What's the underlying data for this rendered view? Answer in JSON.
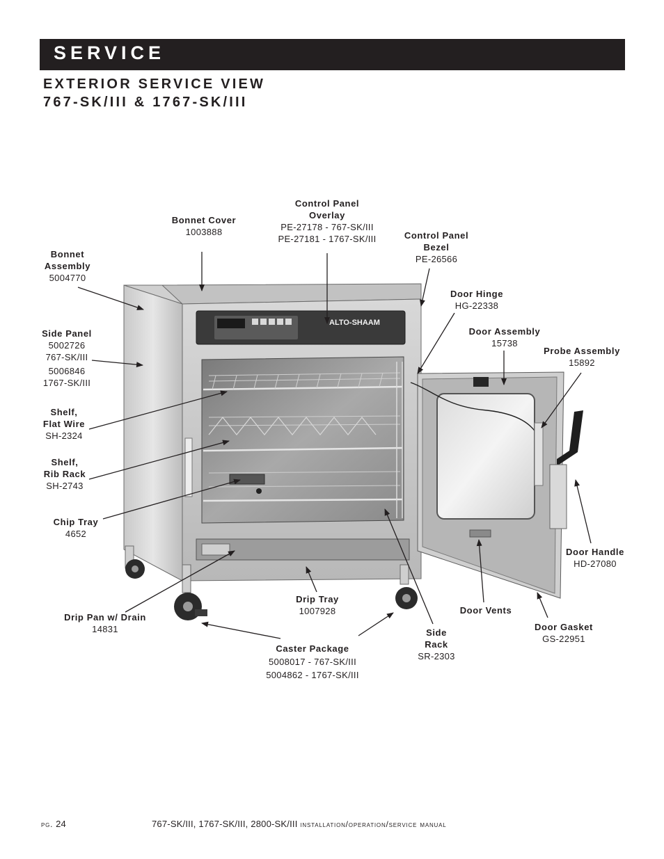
{
  "header": {
    "title": "SERVICE"
  },
  "subtitle": {
    "line1": "EXTERIOR SERVICE VIEW",
    "line2": "767-SK/III & 1767-SK/III"
  },
  "diagram": {
    "brand_logo": "ALTO-SHAAM",
    "labels": {
      "bonnet_cover": {
        "name": "Bonnet Cover",
        "parts": [
          "1003888"
        ]
      },
      "control_panel_overlay": {
        "name": "Control Panel Overlay",
        "name_lines": [
          "Control Panel",
          "Overlay"
        ],
        "parts": [
          "PE-27178 - 767-SK/III",
          "PE-27181 - 1767-SK/III"
        ]
      },
      "control_panel_bezel": {
        "name": "Control Panel Bezel",
        "name_lines": [
          "Control Panel",
          "Bezel"
        ],
        "parts": [
          "PE-26566"
        ]
      },
      "bonnet_assembly": {
        "name": "Bonnet Assembly",
        "name_lines": [
          "Bonnet",
          "Assembly"
        ],
        "parts": [
          "5004770"
        ]
      },
      "door_hinge": {
        "name": "Door Hinge",
        "parts": [
          "HG-22338"
        ]
      },
      "door_assembly": {
        "name": "Door Assembly",
        "parts": [
          "15738"
        ]
      },
      "probe_assembly": {
        "name": "Probe Assembly",
        "parts": [
          "15892"
        ]
      },
      "side_panel": {
        "name": "Side Panel",
        "parts": [
          "5002726",
          "767-SK/III",
          "5006846",
          "1767-SK/III"
        ]
      },
      "shelf_flat_wire": {
        "name": "Shelf, Flat Wire",
        "name_lines": [
          "Shelf,",
          "Flat Wire"
        ],
        "parts": [
          "SH-2324"
        ]
      },
      "shelf_rib_rack": {
        "name": "Shelf, Rib Rack",
        "name_lines": [
          "Shelf,",
          "Rib Rack"
        ],
        "parts": [
          "SH-2743"
        ]
      },
      "chip_tray": {
        "name": "Chip Tray",
        "parts": [
          "4652"
        ]
      },
      "door_handle": {
        "name": "Door Handle",
        "parts": [
          "HD-27080"
        ]
      },
      "drip_tray": {
        "name": "Drip Tray",
        "parts": [
          "1007928"
        ]
      },
      "door_vents": {
        "name": "Door Vents",
        "parts": []
      },
      "drip_pan": {
        "name": "Drip Pan w/ Drain",
        "parts": [
          "14831"
        ]
      },
      "door_gasket": {
        "name": "Door Gasket",
        "parts": [
          "GS-22951"
        ]
      },
      "side_rack": {
        "name": "Side Rack",
        "name_lines": [
          "Side",
          "Rack"
        ],
        "parts": [
          "SR-2303"
        ]
      },
      "caster_package": {
        "name": "Caster Package",
        "parts": [
          "5008017 - 767-SK/III",
          "5004862 - 1767-SK/III"
        ]
      }
    }
  },
  "footer": {
    "page_prefix": "pg.",
    "page_number": "24",
    "models": "767-SK/III, 1767-SK/III, 2800-SK/III",
    "manual": "installation/operation/service manual"
  }
}
